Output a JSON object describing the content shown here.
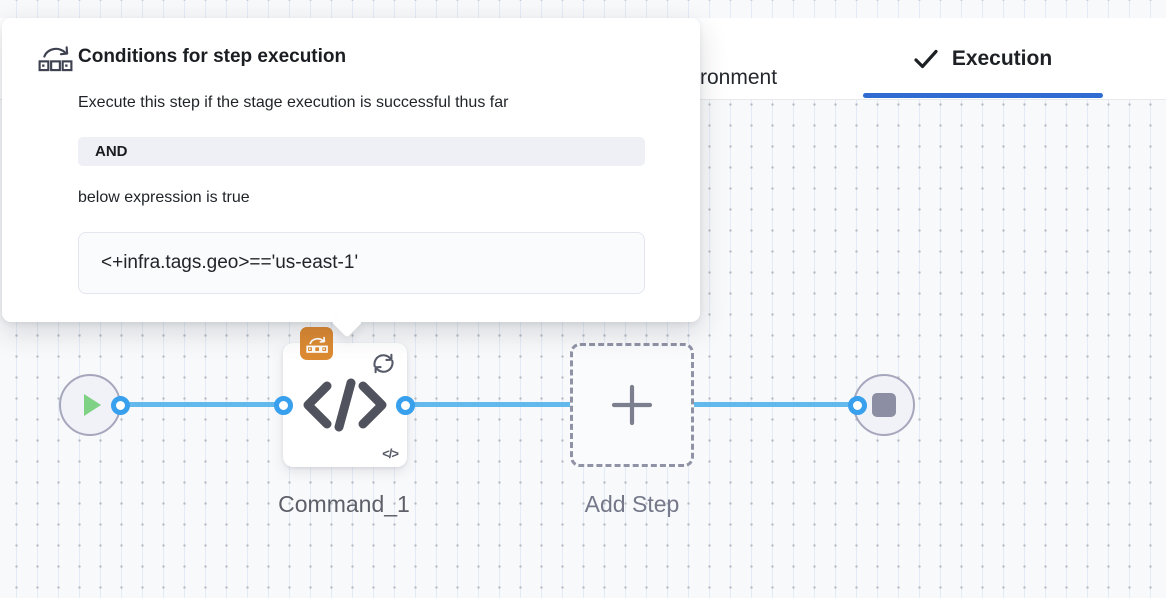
{
  "colors": {
    "accent_blue": "#2f6bd0",
    "connector_blue": "#63b8ec",
    "port_blue": "#38a0ed",
    "conditional_orange": "#dc8a32",
    "play_green": "#7fd183"
  },
  "tabs": {
    "environment_partial": "ronment",
    "execution_label": "Execution"
  },
  "popover": {
    "title": "Conditions for step execution",
    "description": "Execute this step if the stage execution is successful thus far",
    "operator": "AND",
    "expression_intro": "below expression is true",
    "expression": "<+infra.tags.geo>=='us-east-1'"
  },
  "canvas": {
    "step_label": "Command_1",
    "add_step_label": "Add Step",
    "step_type_glyph": "</>"
  }
}
